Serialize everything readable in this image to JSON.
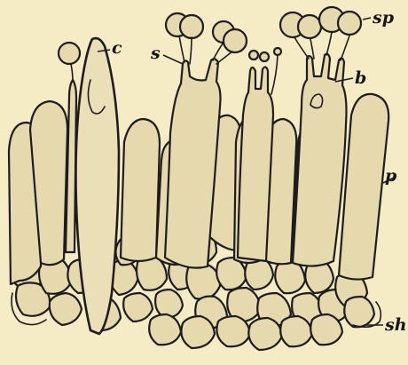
{
  "labels": {
    "sp": "sp",
    "s": "s",
    "c": "c",
    "b": "b",
    "p": "p",
    "sh": "sh"
  },
  "colors": {
    "paper": "#f5ecc6",
    "cell_fill": "#e7d9ae",
    "ink": "#1d1d1d"
  }
}
